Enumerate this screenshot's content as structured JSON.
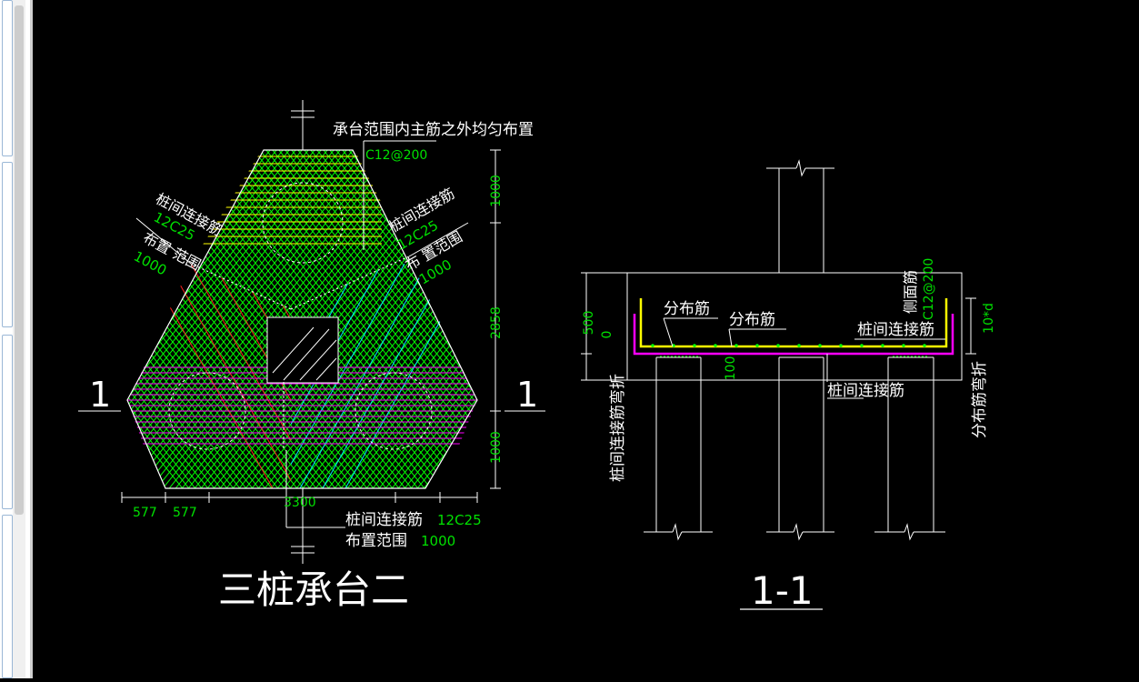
{
  "colors": {
    "background": "#000000",
    "outline": "#ffffff",
    "green_rebar": "#00ff00",
    "yellow_rebar": "#ffff00",
    "magenta_rebar": "#ff00ff",
    "red_rebar": "#ff2020",
    "cyan_rebar": "#00e5ff",
    "dimension_text": "#00e000"
  },
  "plan": {
    "title": "三桩承台二",
    "section_mark_left": "1",
    "section_mark_right": "1",
    "note_top": "承台范围内主筋之外均匀布置",
    "note_top_spec": "C12@200",
    "left_label": "桩间连接筋",
    "left_spec": "12C25",
    "left_range": "布置 范围",
    "left_range_val": "1000",
    "right_label": "桩间连接筋",
    "right_spec": "12C25",
    "right_range": "布 置范围",
    "right_range_val": "1000",
    "bottom_label": "桩间连接筋",
    "bottom_spec": "12C25",
    "bottom_range": "布置范围",
    "bottom_range_val": "1000",
    "dim_top": "1000",
    "dim_middle": "2858",
    "dim_bottom": "1000",
    "dim_577_a": "577",
    "dim_577_b": "577",
    "dim_width": "3300"
  },
  "section": {
    "title": "1-1",
    "dist_bar_1": "分布筋",
    "dist_bar_2": "分布筋",
    "pile_conn": "桩间连接筋",
    "pile_conn_bottom": "桩间连接筋",
    "side_bar": "侧面筋",
    "side_spec": "C12@200",
    "dim_500": "500",
    "dim_0": "0",
    "dim_100": "100",
    "dim_10d": "10*d",
    "left_vertical": "桩间连接筋弯折",
    "right_vertical": "分布筋弯折"
  }
}
